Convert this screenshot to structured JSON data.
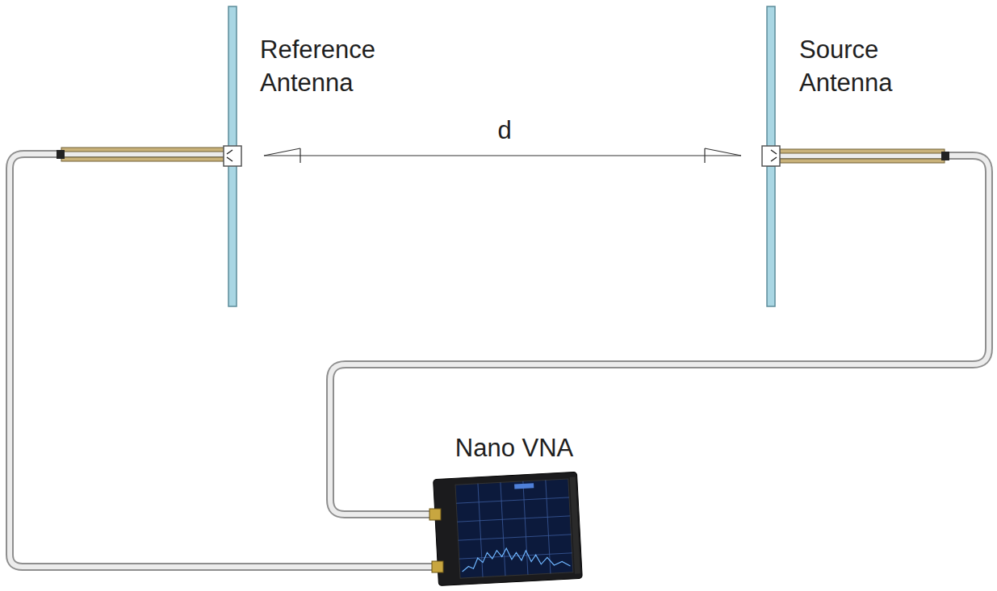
{
  "diagram": {
    "labels": [
      "Reference Antenna",
      "Source Antenna",
      "d",
      "Nano VNA"
    ]
  }
}
